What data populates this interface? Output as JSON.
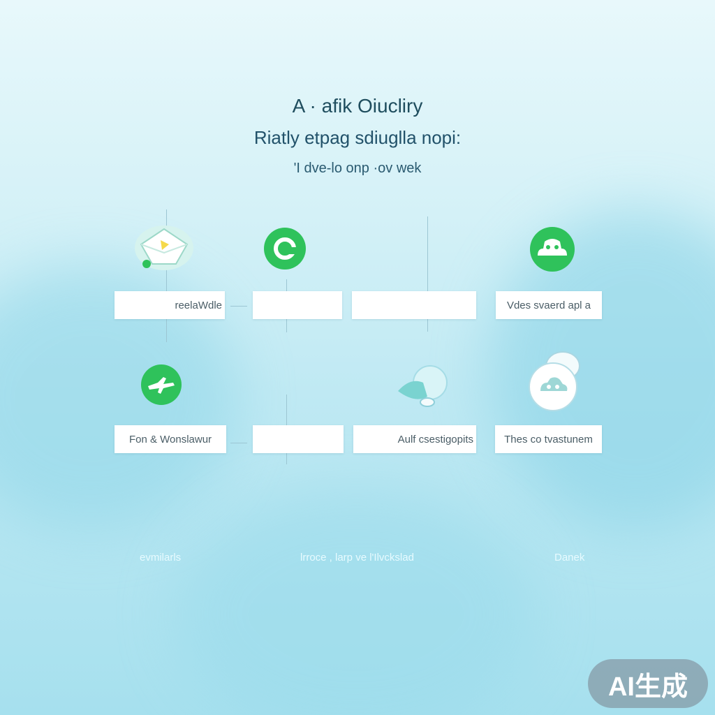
{
  "header": {
    "title": "A · afik Oiucliry",
    "subtitle": "Riatly etpag sdiuglla nopi:",
    "tagline": "'I dve-lo onp ·ov wek"
  },
  "row1": {
    "cards": [
      "reelaWdle",
      "",
      "",
      "Vdes svaerd apl a"
    ]
  },
  "row2": {
    "cards": [
      "Fon & Wonslawur",
      "",
      "Aulf csestigopits",
      "Thes co tvastunem"
    ]
  },
  "footer": {
    "left": "evmilarls",
    "center": "lrroce , larp ve l'Ilvckslad",
    "right": "Danek"
  },
  "watermark": {
    "label": "AI生成"
  },
  "colors": {
    "brand_green": "#2fc25b",
    "text_dark": "#1f4d5e"
  }
}
